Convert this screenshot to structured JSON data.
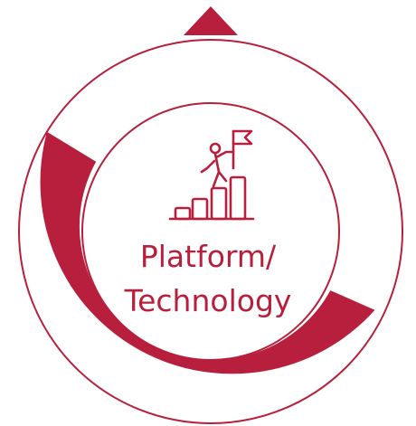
{
  "center": {
    "label_line1": "Platform/",
    "label_line2": "Technology",
    "icon": "person-climbing-steps-with-flag-icon"
  },
  "progress_ring": {
    "fill_fraction": 0.45,
    "color": "#b71f3c",
    "track_outline_color": "#b71f3c"
  },
  "pointer": {
    "icon": "triangle-up-icon",
    "color": "#b71f3c"
  }
}
